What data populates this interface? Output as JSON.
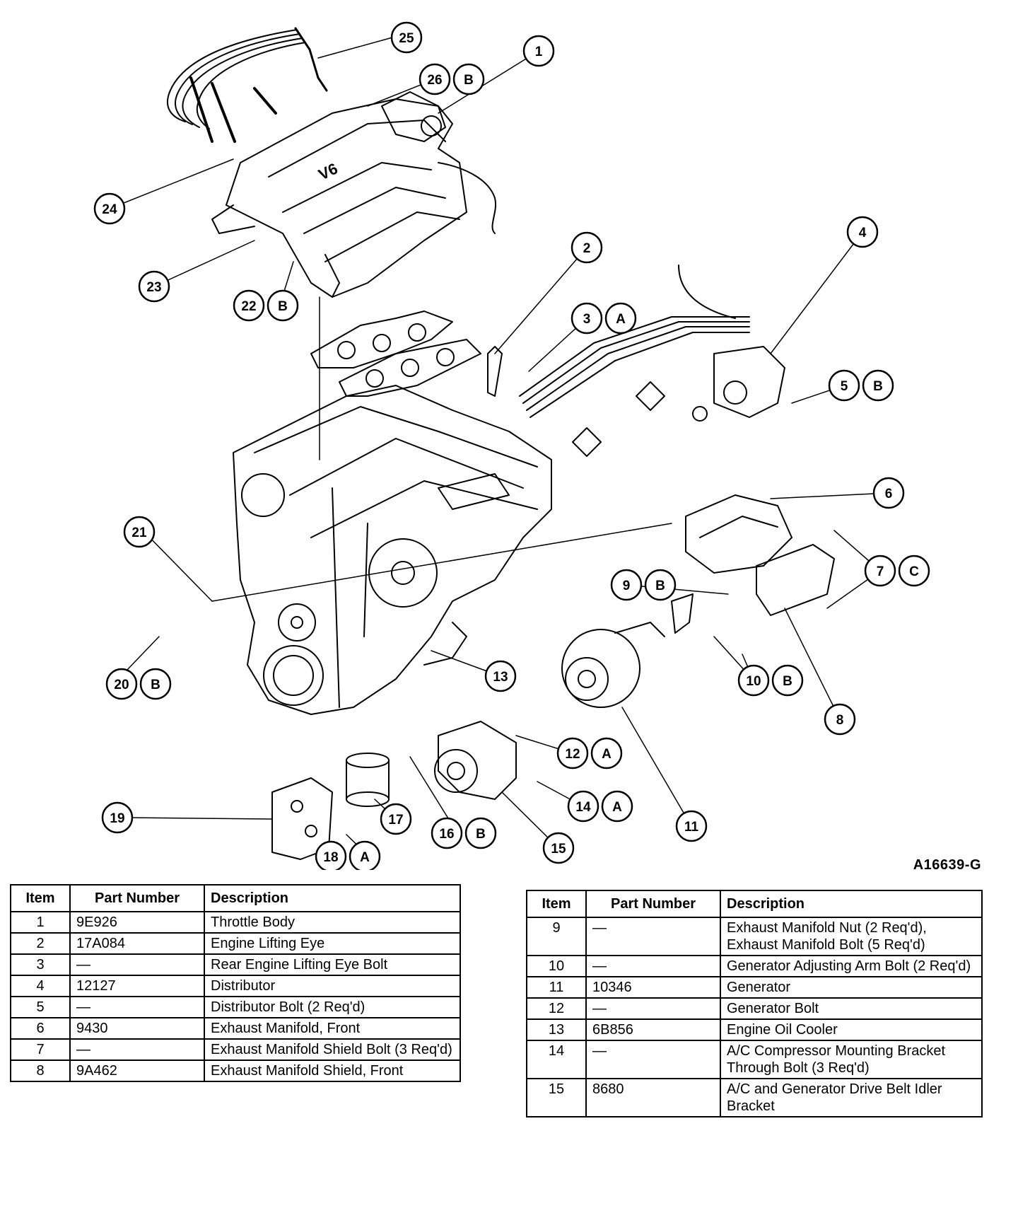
{
  "figure_id": "A16639-G",
  "callouts": [
    {
      "num": "1"
    },
    {
      "num": "2"
    },
    {
      "num": "3",
      "torque": "A"
    },
    {
      "num": "4"
    },
    {
      "num": "5",
      "torque": "B"
    },
    {
      "num": "6"
    },
    {
      "num": "7",
      "torque": "C"
    },
    {
      "num": "8"
    },
    {
      "num": "9",
      "torque": "B"
    },
    {
      "num": "10",
      "torque": "B"
    },
    {
      "num": "11"
    },
    {
      "num": "12",
      "torque": "A"
    },
    {
      "num": "13"
    },
    {
      "num": "14",
      "torque": "A"
    },
    {
      "num": "15"
    },
    {
      "num": "16",
      "torque": "B"
    },
    {
      "num": "17"
    },
    {
      "num": "18",
      "torque": "A"
    },
    {
      "num": "19"
    },
    {
      "num": "20",
      "torque": "B"
    },
    {
      "num": "21"
    },
    {
      "num": "22",
      "torque": "B"
    },
    {
      "num": "23"
    },
    {
      "num": "24"
    },
    {
      "num": "25"
    },
    {
      "num": "26",
      "torque": "B"
    }
  ],
  "manifold_text": "V6",
  "table_headers": {
    "item": "Item",
    "part": "Part Number",
    "description": "Description"
  },
  "parts_left": [
    {
      "item": "1",
      "part": "9E926",
      "desc": "Throttle Body"
    },
    {
      "item": "2",
      "part": "17A084",
      "desc": "Engine Lifting Eye"
    },
    {
      "item": "3",
      "part": "—",
      "desc": "Rear Engine Lifting Eye Bolt"
    },
    {
      "item": "4",
      "part": "12127",
      "desc": "Distributor"
    },
    {
      "item": "5",
      "part": "—",
      "desc": "Distributor Bolt (2 Req'd)"
    },
    {
      "item": "6",
      "part": "9430",
      "desc": "Exhaust Manifold, Front"
    },
    {
      "item": "7",
      "part": "—",
      "desc": "Exhaust Manifold Shield Bolt (3 Req'd)"
    },
    {
      "item": "8",
      "part": "9A462",
      "desc": "Exhaust Manifold Shield, Front"
    }
  ],
  "parts_right": [
    {
      "item": "9",
      "part": "—",
      "desc": "Exhaust Manifold Nut (2 Req'd), Exhaust Manifold Bolt (5 Req'd)"
    },
    {
      "item": "10",
      "part": "—",
      "desc": "Generator Adjusting Arm Bolt (2 Req'd)"
    },
    {
      "item": "11",
      "part": "10346",
      "desc": "Generator"
    },
    {
      "item": "12",
      "part": "—",
      "desc": "Generator Bolt"
    },
    {
      "item": "13",
      "part": "6B856",
      "desc": "Engine Oil Cooler"
    },
    {
      "item": "14",
      "part": "—",
      "desc": "A/C Compressor Mounting Bracket Through Bolt (3 Req'd)"
    },
    {
      "item": "15",
      "part": "8680",
      "desc": "A/C and Generator Drive Belt Idler Bracket"
    }
  ]
}
